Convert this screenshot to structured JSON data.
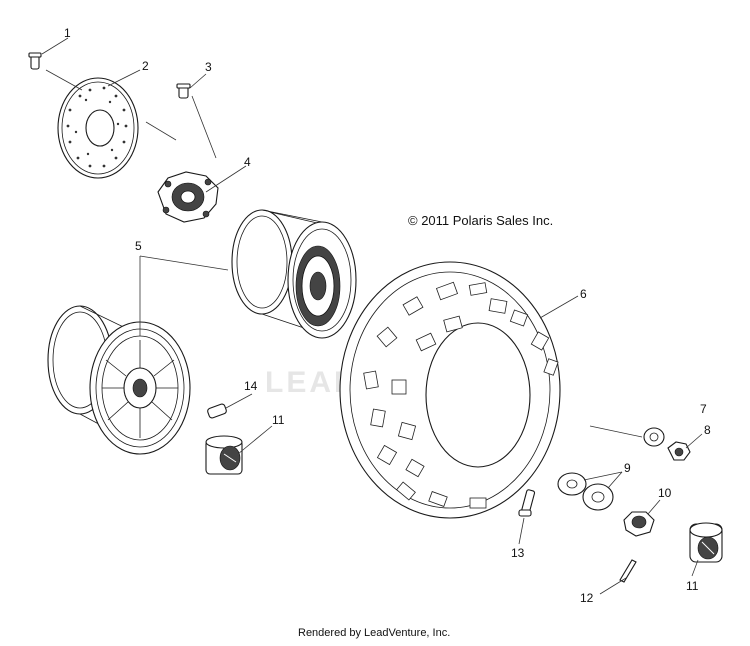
{
  "copyright": "© 2011 Polaris Sales Inc.",
  "watermark": "LEADVENTURE",
  "footer": "Rendered by LeadVenture, Inc.",
  "callouts": {
    "c1": "1",
    "c2": "2",
    "c3": "3",
    "c4": "4",
    "c5": "5",
    "c6": "6",
    "c7": "7",
    "c8": "8",
    "c9": "9",
    "c10": "10",
    "c11a": "11",
    "c11b": "11",
    "c12": "12",
    "c13": "13",
    "c14": "14"
  }
}
